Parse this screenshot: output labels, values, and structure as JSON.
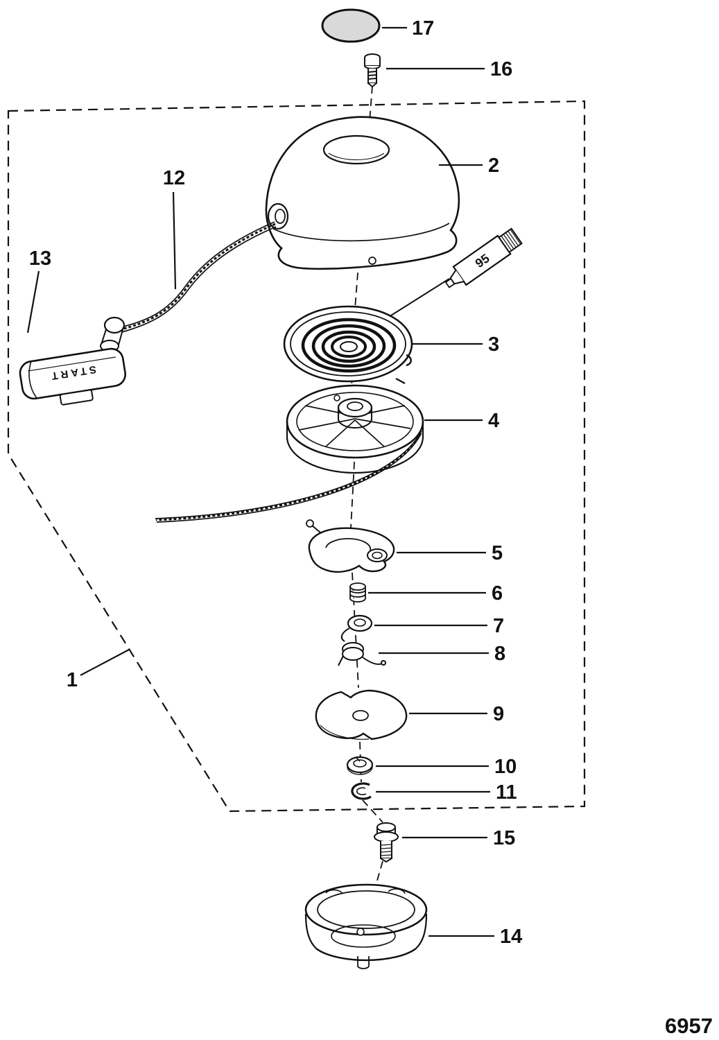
{
  "diagram": {
    "figure_number": "6957",
    "handle_text": "START",
    "sealant_text": "95",
    "parts": {
      "p1": "1",
      "p2": "2",
      "p3": "3",
      "p4": "4",
      "p5": "5",
      "p6": "6",
      "p7": "7",
      "p8": "8",
      "p9": "9",
      "p10": "10",
      "p11": "11",
      "p12": "12",
      "p13": "13",
      "p14": "14",
      "p15": "15",
      "p16": "16",
      "p17": "17"
    }
  }
}
